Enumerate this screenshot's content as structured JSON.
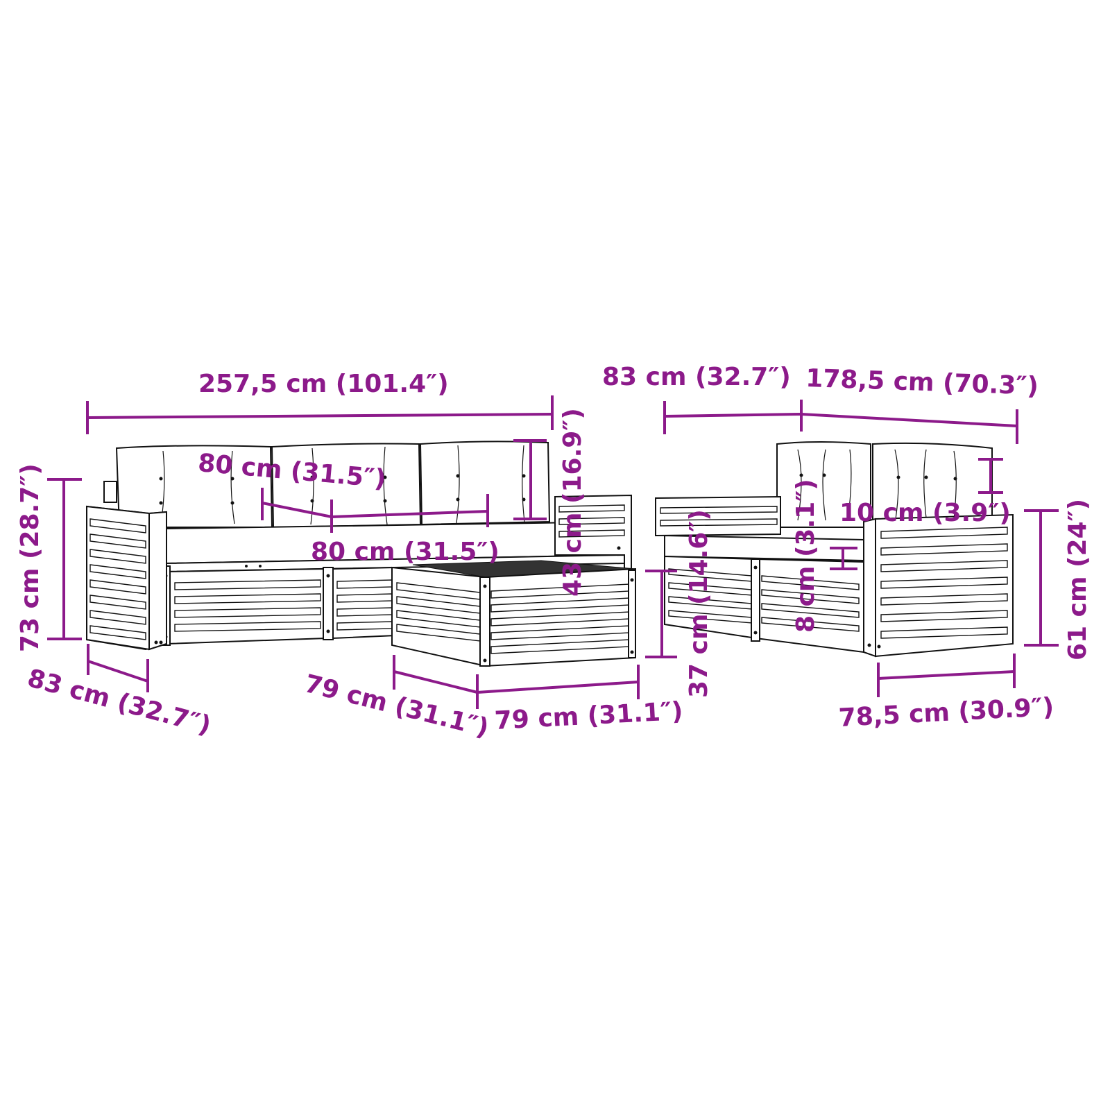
{
  "diagram": {
    "title": "Garden sofa set dimensions",
    "accent_color": "#8c1a8a",
    "line_color": "#111111",
    "background": "#ffffff"
  },
  "left_set": {
    "total_width": "257,5 cm (101.4″)",
    "seat_width_back": "80 cm (31.5″)",
    "seat_width_front": "80 cm (31.5″)",
    "backrest_height": "43 cm (16.9″)",
    "total_height": "73 cm (28.7″)",
    "depth": "83 cm (32.7″)"
  },
  "coffee_table": {
    "depth": "79 cm (31.1″)",
    "width": "79 cm (31.1″)",
    "height": "37 cm (14.6″)"
  },
  "right_set": {
    "depth": "83 cm (32.7″)",
    "total_width": "178,5 cm (70.3″)",
    "cushion_thickness_back": "10 cm (3.9″)",
    "cushion_thickness_seat": "8 cm (3.1″)",
    "seat_height": "61 cm (24″)",
    "armrest_width": "78,5 cm (30.9″)"
  }
}
